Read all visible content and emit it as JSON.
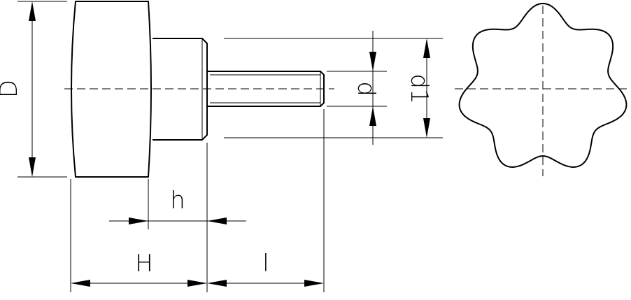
{
  "labels": {
    "D": "D",
    "d": "d",
    "d1": "d1",
    "h": "h",
    "H": "H",
    "l": "l"
  },
  "colors": {
    "line": "#000000",
    "background": "#ffffff"
  }
}
